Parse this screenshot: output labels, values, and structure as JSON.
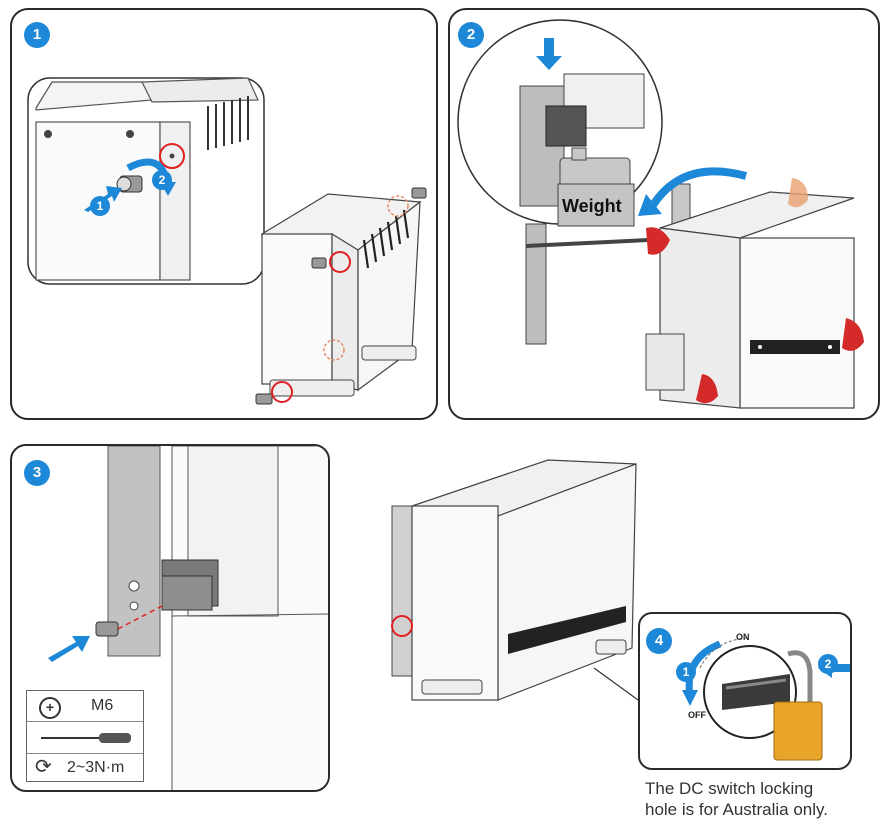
{
  "steps": {
    "step1": "1",
    "step2": "2",
    "step3": "3",
    "step4": "4"
  },
  "callouts": {
    "step1_sub1": "1",
    "step1_sub2": "2",
    "step4_sub1": "1",
    "step4_sub2": "2"
  },
  "labels": {
    "weight": "Weight",
    "switch_on": "ON",
    "switch_off": "OFF"
  },
  "spec": {
    "screw": "M6",
    "torque": "2~3N·m"
  },
  "note": {
    "line1": "The DC switch locking",
    "line2": "hole is for Australia only."
  },
  "colors": {
    "accent": "#1e88d8",
    "highlight": "#e02020",
    "lock": "#e8a52a",
    "glove": "#d42a2a"
  }
}
